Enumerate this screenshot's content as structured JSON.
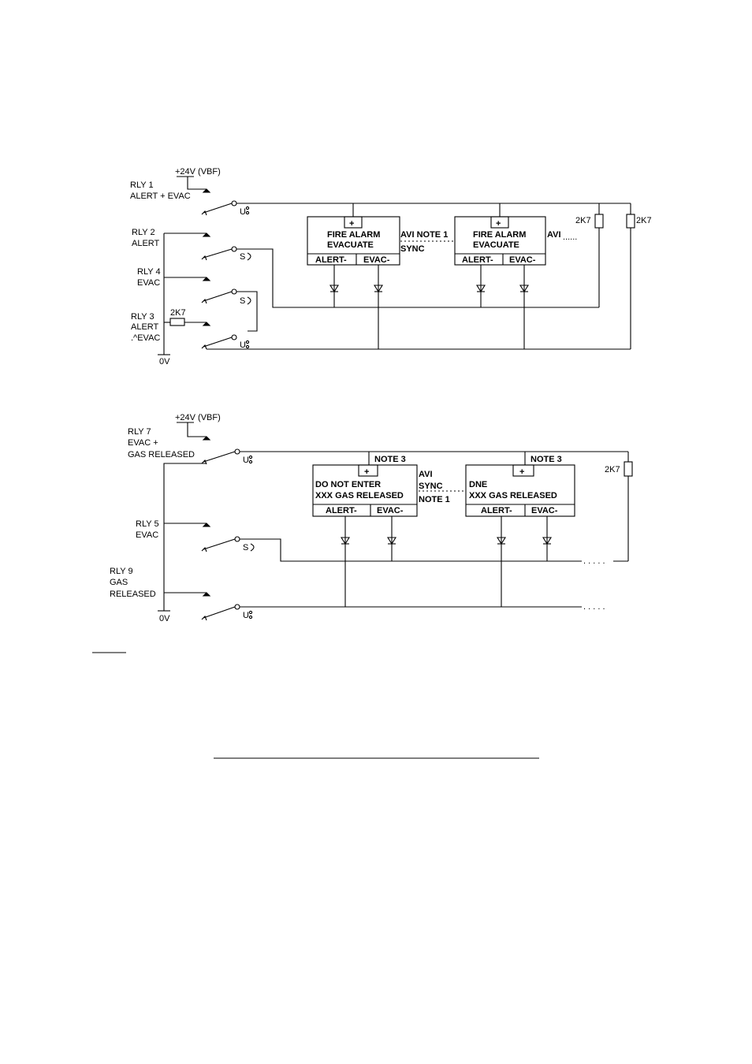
{
  "diagram1": {
    "supply": "+24V (VBF)",
    "ground": "0V",
    "relays": [
      {
        "id": "rly1",
        "line1": "RLY 1",
        "line2": "ALERT + EVAC"
      },
      {
        "id": "rly2",
        "line1": "RLY 2",
        "line2": "ALERT"
      },
      {
        "id": "rly4",
        "line1": "RLY 4",
        "line2": "EVAC"
      },
      {
        "id": "rly3",
        "line1": "RLY 3",
        "line2": "ALERT",
        "line3": ".^EVAC"
      }
    ],
    "resistor_rly3": "2K7",
    "contact_u": "U",
    "contact_s": "S",
    "panel1": {
      "plus": "+",
      "line1": "FIRE ALARM",
      "line2": "EVACUATE",
      "alert": "ALERT-",
      "evac": "EVAC-"
    },
    "panel2": {
      "plus": "+",
      "line1": "FIRE ALARM",
      "line2": "EVACUATE",
      "alert": "ALERT-",
      "evac": "EVAC-"
    },
    "avi_note1": "AVI NOTE 1",
    "sync": "SYNC",
    "avi2": "AVI",
    "dots": "......",
    "res1": "2K7",
    "res2": "2K7"
  },
  "diagram2": {
    "supply": "+24V (VBF)",
    "ground": "0V",
    "relays": [
      {
        "id": "rly7",
        "line1": "RLY 7",
        "line2": "EVAC +",
        "line3": "GAS RELEASED"
      },
      {
        "id": "rly5",
        "line1": "RLY 5",
        "line2": "EVAC"
      },
      {
        "id": "rly9",
        "line1": "RLY 9",
        "line2": "GAS",
        "line3": "RELEASED"
      }
    ],
    "contact_u": "U",
    "contact_s": "S",
    "note3a": "NOTE 3",
    "note3b": "NOTE 3",
    "panel1": {
      "plus": "+",
      "line1": "DO NOT ENTER",
      "line2": "XXX GAS RELEASED",
      "alert": "ALERT-",
      "evac": "EVAC-"
    },
    "panel2": {
      "plus": "+",
      "line1": "DNE",
      "line2": "XXX GAS RELEASED",
      "alert": "ALERT-",
      "evac": "EVAC-"
    },
    "avi": "AVI",
    "sync": "SYNC",
    "note1": "NOTE 1",
    "res": "2K7",
    "dots1": ". . . . .",
    "dots2": ". . . . ."
  }
}
